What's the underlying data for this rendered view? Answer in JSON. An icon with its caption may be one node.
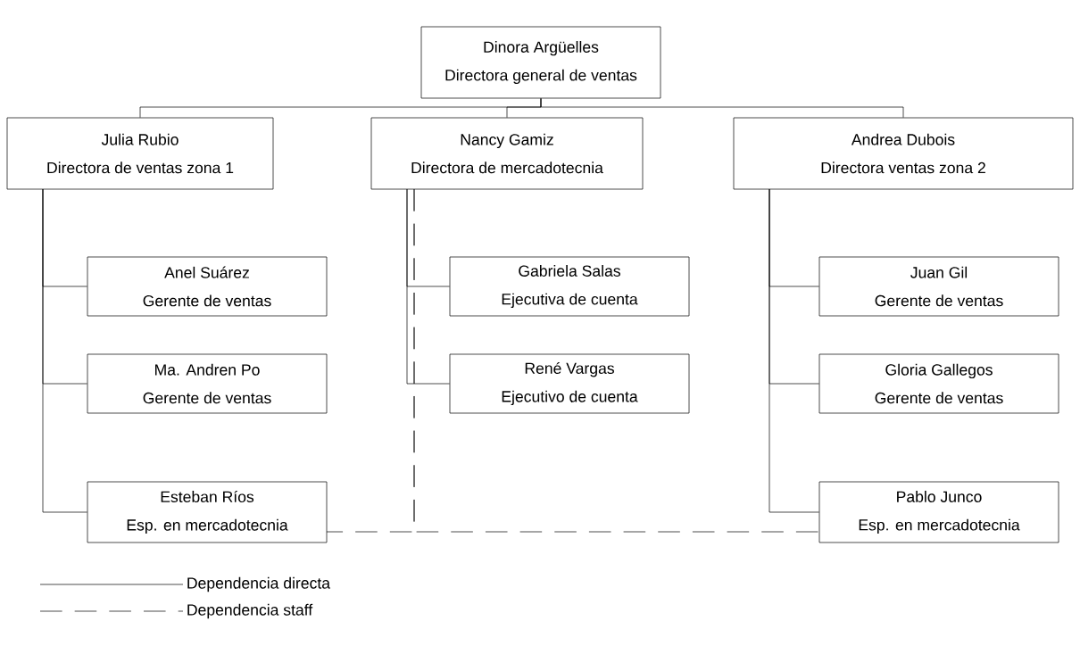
{
  "diagram": {
    "nodes": [
      {
        "text": [
          "Dinora Argüelles",
          "Directora general de ventas"
        ]
      },
      {
        "text": [
          "Julia Rubio",
          "Directora de ventas zona 1"
        ]
      },
      {
        "text": [
          "Nancy Gamiz",
          "Directora de mercadotecnia"
        ]
      },
      {
        "text": [
          "Andrea Dubois",
          "Directora ventas zona 2"
        ]
      },
      {
        "text": [
          "Anel Suárez",
          "Gerente de ventas"
        ]
      },
      {
        "text": [
          "Ma. Andren Po",
          "Gerente de ventas"
        ]
      },
      {
        "text": [
          "Esteban Ríos",
          "Esp. en mercadotecnia"
        ]
      },
      {
        "text": [
          "Gabriela Salas",
          "Ejecutiva de cuenta"
        ]
      },
      {
        "text": [
          "René Vargas",
          "Ejecutivo de cuenta"
        ]
      },
      {
        "text": [
          "Juan Gil",
          "Gerente de ventas"
        ]
      },
      {
        "text": [
          "Gloria Gallegos",
          "Gerente de ventas"
        ]
      },
      {
        "text": [
          "Pablo Junco",
          "Esp. en mercadotecnia"
        ]
      }
    ],
    "edges": [
      {
        "from": 0,
        "to": 1,
        "arrow": "none"
      },
      {
        "from": 0,
        "to": 2,
        "arrow": "none"
      },
      {
        "from": 0,
        "to": 3,
        "arrow": "none"
      },
      {
        "from": 1,
        "to": 4,
        "arrow": "none"
      },
      {
        "from": 1,
        "to": 5,
        "arrow": "none"
      },
      {
        "from": 1,
        "to": 6,
        "arrow": "none"
      },
      {
        "from": 2,
        "to": 7,
        "arrow": "none"
      },
      {
        "from": 2,
        "to": 8,
        "arrow": "none"
      },
      {
        "from": 3,
        "to": 9,
        "arrow": "none"
      },
      {
        "from": 3,
        "to": 10,
        "arrow": "none"
      },
      {
        "from": 3,
        "to": 11,
        "arrow": "none"
      },
      {
        "from": 2,
        "to": 6,
        "arrow": "none",
        "style": "dashed"
      },
      {
        "from": 2,
        "to": 11,
        "arrow": "none",
        "style": "dashed"
      }
    ],
    "legend": [
      {
        "text": "Dependencia directa"
      },
      {
        "text": "Dependencia staff"
      }
    ]
  }
}
